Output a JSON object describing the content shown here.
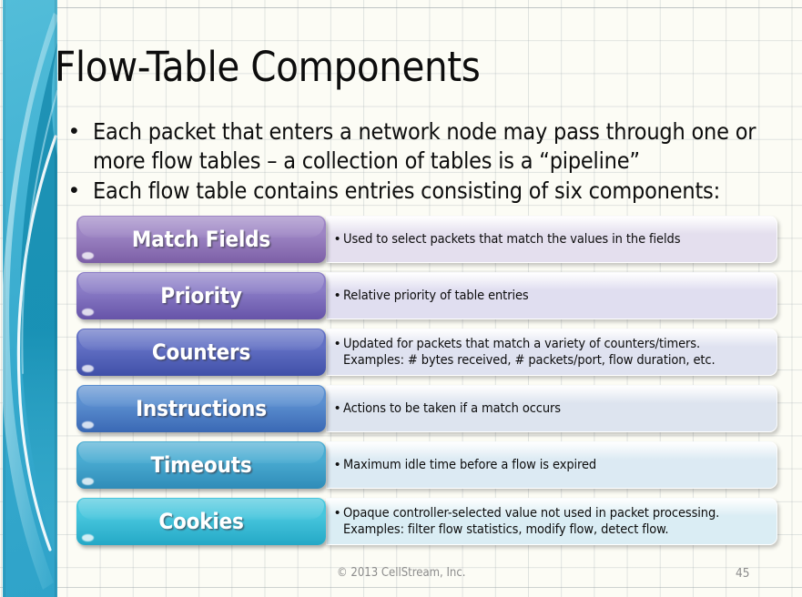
{
  "slide": {
    "title": "Flow-Table Components",
    "bullets": [
      "Each packet that enters a network node may pass through one or more flow tables – a collection of tables is a “pipeline”",
      "Each flow table contains entries consisting of six components:"
    ],
    "bullet_glyph": "•"
  },
  "components": [
    {
      "label": "Match Fields",
      "description": "Used to select packets that match the values in the fields",
      "pill_color_top": "#9d85c4",
      "pill_color_bottom": "#7c5fa6",
      "desc_color": "#e4dfee"
    },
    {
      "label": "Priority",
      "description": "Relative priority of table entries",
      "pill_color_top": "#8a7cc6",
      "pill_color_bottom": "#6653a8",
      "desc_color": "#e0def0"
    },
    {
      "label": "Counters",
      "description": "Updated for packets that match a variety of counters/timers.\nExamples: # bytes received, # packets/port, flow duration, etc.",
      "pill_color_top": "#6270c4",
      "pill_color_bottom": "#4050a8",
      "desc_color": "#dfe2f0"
    },
    {
      "label": "Instructions",
      "description": "Actions to be taken if a match occurs",
      "pill_color_top": "#5b8fd0",
      "pill_color_bottom": "#3a68b4",
      "desc_color": "#dde4ef"
    },
    {
      "label": "Timeouts",
      "description": "Maximum idle time before a flow is expired",
      "pill_color_top": "#4aacd2",
      "pill_color_bottom": "#2f8cb8",
      "desc_color": "#dceaf3"
    },
    {
      "label": "Cookies",
      "description": "Opaque controller-selected value not used in packet processing.\nExamples: filter flow statistics, modify flow, detect flow.",
      "pill_color_top": "#47c6dd",
      "pill_color_bottom": "#24a8c6",
      "desc_color": "#daedf4"
    }
  ],
  "footer": {
    "copyright": "© 2013 CellStream, Inc.",
    "page_number": "45"
  },
  "theme": {
    "background": "#fcfcf5",
    "sidebar_accent": "#3fb2d2",
    "sidebar_dark": "#1f93b4",
    "grid_line": "#a0aaaf",
    "footer_text": "#8c8c8c"
  }
}
